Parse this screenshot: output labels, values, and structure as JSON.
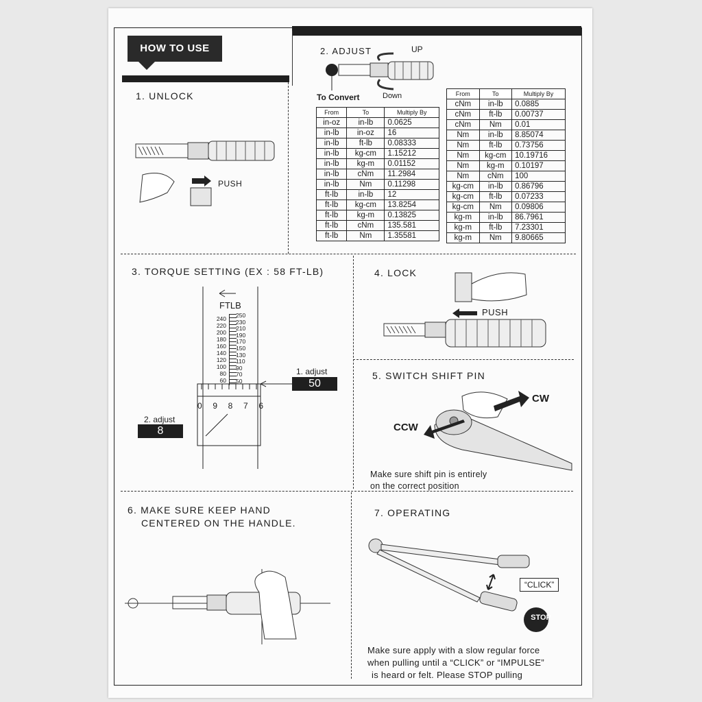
{
  "header": {
    "how_to_use": "HOW TO USE"
  },
  "steps": {
    "unlock": {
      "title": "1. UNLOCK",
      "push": "PUSH"
    },
    "adjust": {
      "title": "2. ADJUST",
      "up": "UP",
      "down": "Down",
      "to_convert": "To Convert"
    },
    "torque": {
      "title": "3. TORQUE SETTING (EX : 58 FT-LB)",
      "unit": "FTLB",
      "adjust1_label": "1. adjust",
      "adjust1_value": "50",
      "adjust2_label": "2. adjust",
      "adjust2_value": "8",
      "bottom_scale": [
        "0",
        "9",
        "8",
        "7",
        "6"
      ],
      "left_scale": [
        "240",
        "220",
        "200",
        "180",
        "160",
        "140",
        "120",
        "100",
        "80",
        "60"
      ],
      "right_scale": [
        "250",
        "230",
        "210",
        "190",
        "170",
        "150",
        "130",
        "110",
        "90",
        "70",
        "50"
      ]
    },
    "lock": {
      "title": "4. LOCK",
      "push": "PUSH"
    },
    "switch": {
      "title": "5. SWITCH  SHIFT  PIN",
      "cw": "CW",
      "ccw": "CCW",
      "note_line1": "Make sure shift pin is entirely",
      "note_line2": "on the correct position"
    },
    "centered": {
      "title_line1": "6. MAKE  SURE  KEEP  HAND",
      "title_line2": "CENTERED  ON THE HANDLE."
    },
    "operating": {
      "title": "7. OPERATING",
      "click": "“CLICK”",
      "stop": "STOP",
      "note_line1": "Make sure apply with a slow regular force",
      "note_line2": "when pulling until a “CLICK” or “IMPULSE”",
      "note_line3": "is heard or felt. Please STOP pulling"
    }
  },
  "table_headers": {
    "from": "From",
    "to": "To",
    "multiply": "Multiply By"
  },
  "table_left": [
    [
      "in-oz",
      "in-lb",
      "0.0625"
    ],
    [
      "in-lb",
      "in-oz",
      "16"
    ],
    [
      "in-lb",
      "ft-lb",
      "0.08333"
    ],
    [
      "in-lb",
      "kg-cm",
      "1.15212"
    ],
    [
      "in-lb",
      "kg-m",
      "0.01152"
    ],
    [
      "in-lb",
      "cNm",
      "11.2984"
    ],
    [
      "in-lb",
      "Nm",
      "0.11298"
    ],
    [
      "ft-lb",
      "in-lb",
      "12"
    ],
    [
      "ft-lb",
      "kg-cm",
      "13.8254"
    ],
    [
      "ft-lb",
      "kg-m",
      "0.13825"
    ],
    [
      "ft-lb",
      "cNm",
      "135.581"
    ],
    [
      "ft-lb",
      "Nm",
      "1.35581"
    ]
  ],
  "table_right": [
    [
      "cNm",
      "in-lb",
      "0.0885"
    ],
    [
      "cNm",
      "ft-lb",
      "0.00737"
    ],
    [
      "cNm",
      "Nm",
      "0.01"
    ],
    [
      "Nm",
      "in-lb",
      "8.85074"
    ],
    [
      "Nm",
      "ft-lb",
      "0.73756"
    ],
    [
      "Nm",
      "kg-cm",
      "10.19716"
    ],
    [
      "Nm",
      "kg-m",
      "0.10197"
    ],
    [
      "Nm",
      "cNm",
      "100"
    ],
    [
      "kg-cm",
      "in-lb",
      "0.86796"
    ],
    [
      "kg-cm",
      "ft-lb",
      "0.07233"
    ],
    [
      "kg-cm",
      "Nm",
      "0.09806"
    ],
    [
      "kg-m",
      "in-lb",
      "86.7961"
    ],
    [
      "kg-m",
      "ft-lb",
      "7.23301"
    ],
    [
      "kg-m",
      "Nm",
      "9.80665"
    ]
  ]
}
